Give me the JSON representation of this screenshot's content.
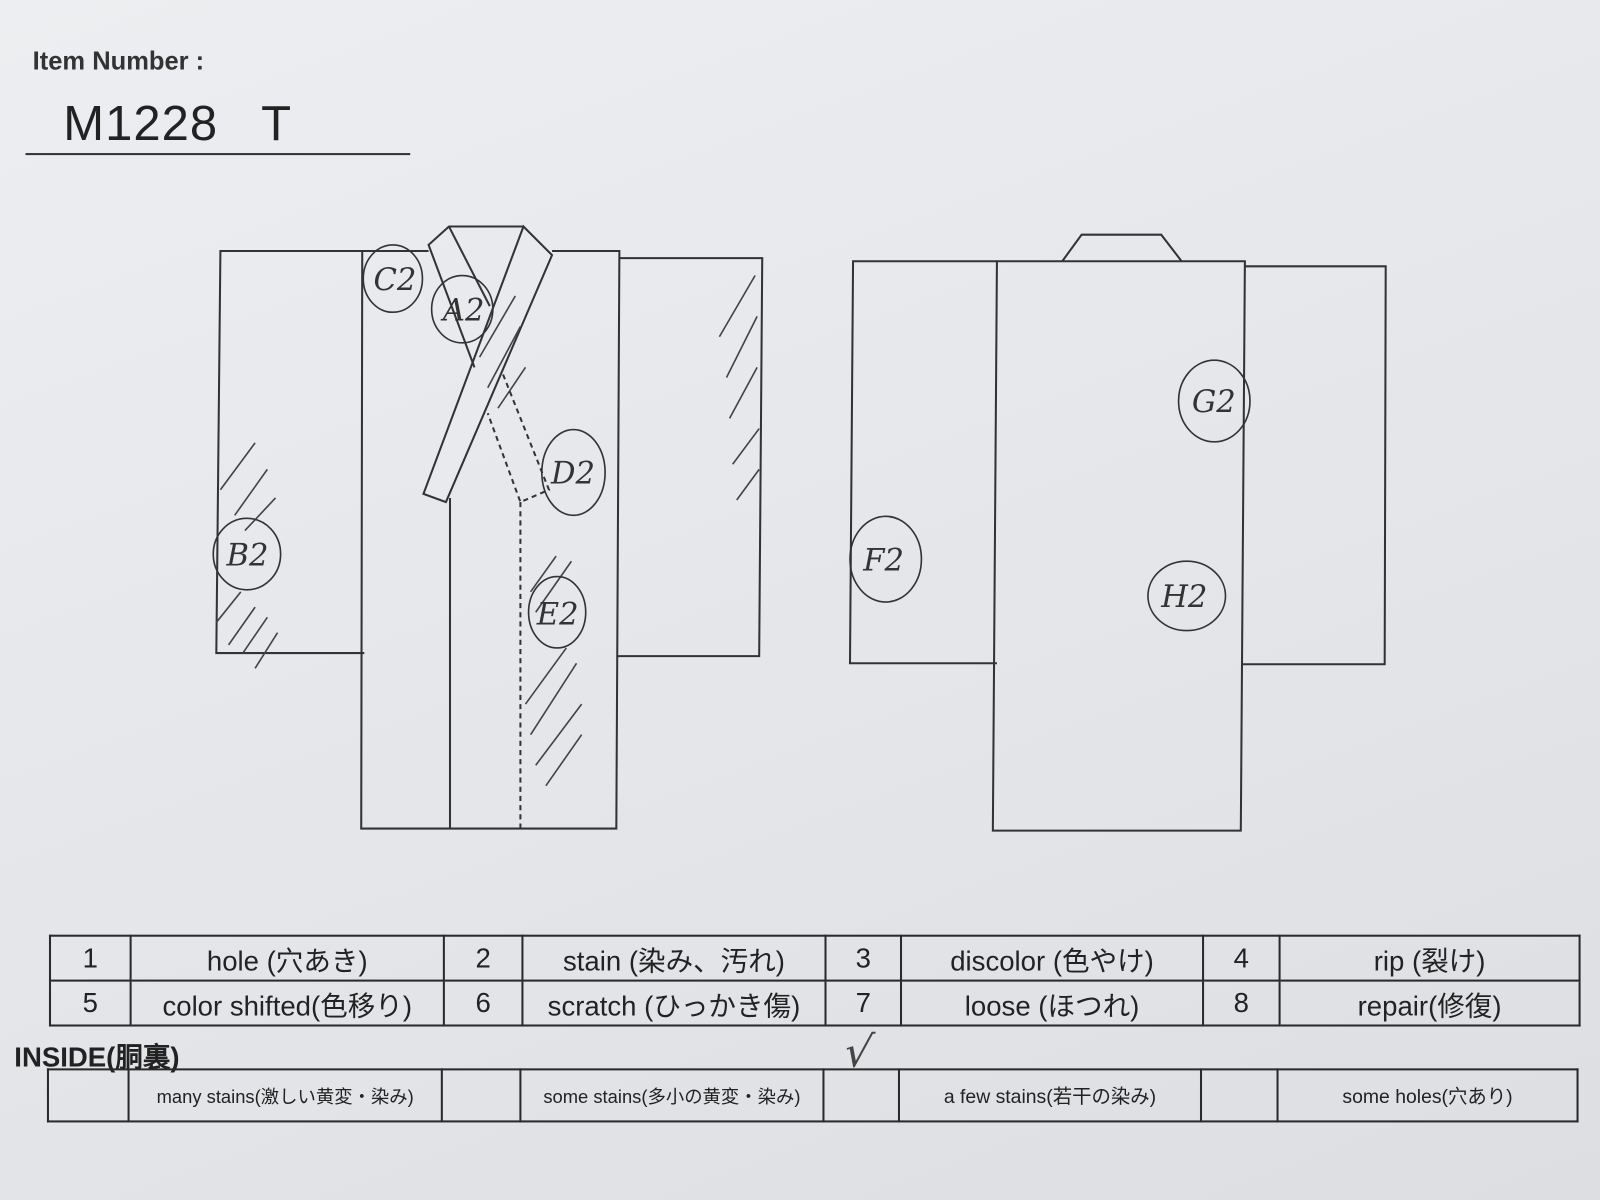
{
  "header": {
    "item_label": "Item Number :",
    "item_number": "M1228   T"
  },
  "front_marks": [
    "C2",
    "A2",
    "D2",
    "B2",
    "E2"
  ],
  "back_marks": [
    "F2",
    "G2",
    "H2"
  ],
  "legend": [
    {
      "num": "1",
      "label": "hole (穴あき)"
    },
    {
      "num": "2",
      "label": "stain (染み、汚れ)"
    },
    {
      "num": "3",
      "label": "discolor (色やけ)"
    },
    {
      "num": "4",
      "label": "rip (裂け)"
    },
    {
      "num": "5",
      "label": "color shifted(色移り)"
    },
    {
      "num": "6",
      "label": "scratch (ひっかき傷)"
    },
    {
      "num": "7",
      "label": "loose (ほつれ)"
    },
    {
      "num": "8",
      "label": "repair(修復)"
    }
  ],
  "inside": {
    "title": "INSIDE(胴裏)",
    "options": [
      {
        "label": "many stains(激しい黄変・染み)",
        "checked": false
      },
      {
        "label": "some stains(多小の黄変・染み)",
        "checked": false
      },
      {
        "label": "a few stains(若干の染み)",
        "checked": true
      },
      {
        "label": "some holes(穴あり)",
        "checked": false
      }
    ],
    "check_mark": "√"
  }
}
